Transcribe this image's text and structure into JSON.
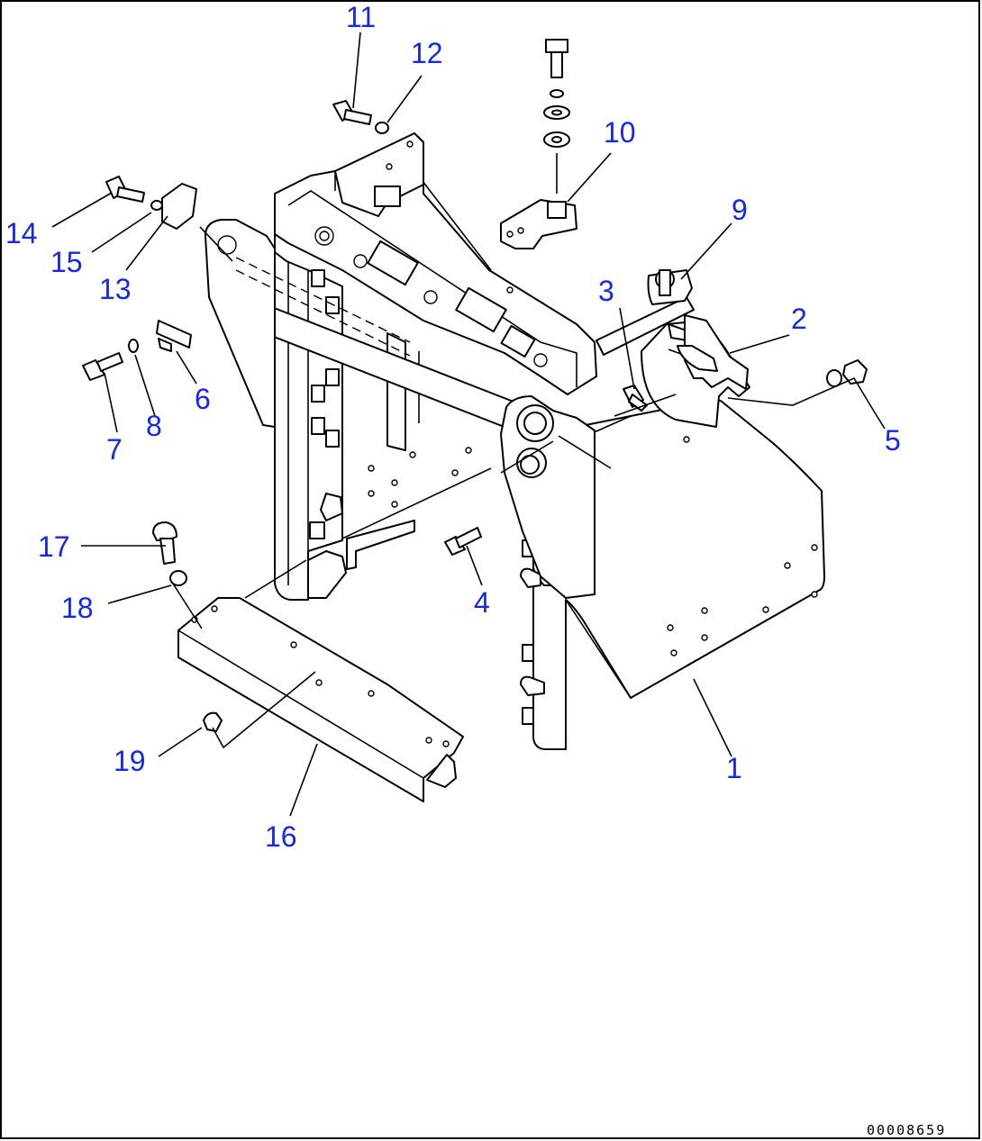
{
  "drawing_code": "00008659",
  "callouts": [
    {
      "id": "1",
      "label": "1"
    },
    {
      "id": "2",
      "label": "2"
    },
    {
      "id": "3",
      "label": "3"
    },
    {
      "id": "4",
      "label": "4"
    },
    {
      "id": "5",
      "label": "5"
    },
    {
      "id": "6",
      "label": "6"
    },
    {
      "id": "7",
      "label": "7"
    },
    {
      "id": "8",
      "label": "8"
    },
    {
      "id": "9",
      "label": "9"
    },
    {
      "id": "10",
      "label": "10"
    },
    {
      "id": "11",
      "label": "11"
    },
    {
      "id": "12",
      "label": "12"
    },
    {
      "id": "13",
      "label": "13"
    },
    {
      "id": "14",
      "label": "14"
    },
    {
      "id": "15",
      "label": "15"
    },
    {
      "id": "16",
      "label": "16"
    },
    {
      "id": "17",
      "label": "17"
    },
    {
      "id": "18",
      "label": "18"
    },
    {
      "id": "19",
      "label": "19"
    }
  ],
  "colors": {
    "callout": "#1428e6",
    "line": "#000000",
    "border": "#000000"
  }
}
